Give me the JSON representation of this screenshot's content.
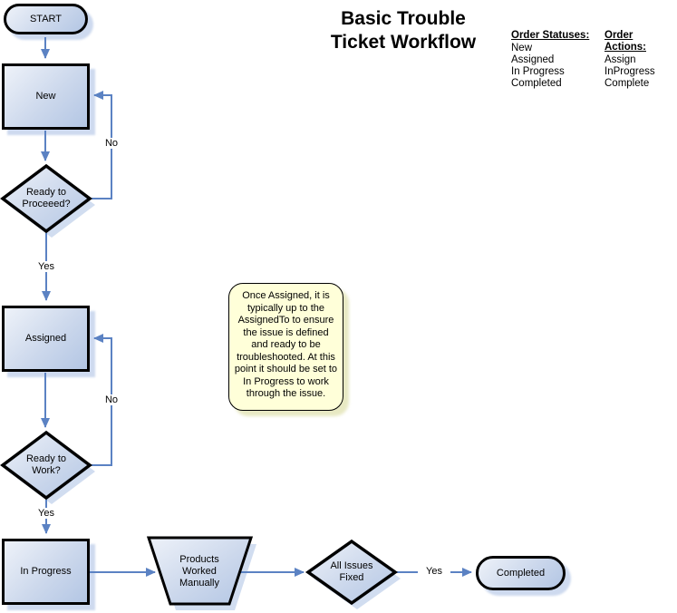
{
  "title": {
    "line1": "Basic Trouble",
    "line2": "Ticket Workflow"
  },
  "legend": {
    "statuses": {
      "header": "Order Statuses:",
      "items": [
        "New",
        "Assigned",
        "In Progress",
        "Completed"
      ]
    },
    "actions": {
      "header": "Order Actions:",
      "items": [
        "Assign",
        "InProgress",
        "Complete"
      ]
    }
  },
  "nodes": {
    "start": "START",
    "new": "New",
    "ready_to_proceed": "Ready to\nProceeed?",
    "assigned": "Assigned",
    "ready_to_work": "Ready to\nWork?",
    "in_progress": "In Progress",
    "products_worked": "Products\nWorked\nManually",
    "all_issues_fixed": "All Issues\nFixed",
    "completed": "Completed"
  },
  "edge_labels": {
    "no_proceed": "No",
    "yes_proceed": "Yes",
    "no_work": "No",
    "yes_work": "Yes",
    "yes_fixed": "Yes"
  },
  "note": {
    "text": "Once Assigned, it is typically up to the AssignedTo to ensure the issue is defined and ready to be troubleshooted.  At this point it should be set to In Progress to work through the issue."
  },
  "colors": {
    "connector_blue": "#5b82c3",
    "shape_fill_light": "#eef2f9",
    "shape_fill_dark": "#b3c6e4",
    "shape_border": "#000000",
    "shadow_blue": "#bdcee9",
    "note_fill": "#ffffd9"
  }
}
